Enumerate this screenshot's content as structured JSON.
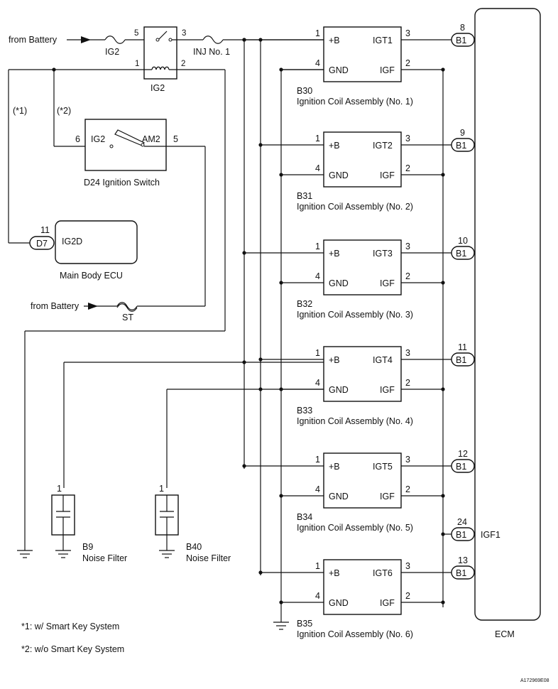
{
  "labels": {
    "from_battery_top": "from Battery",
    "from_battery_st": "from Battery",
    "fuse_ig2": "IG2",
    "fuse_inj": "INJ No. 1",
    "fuse_st": "ST",
    "relay_ig2": "IG2",
    "relay_pin5": "5",
    "relay_pin3": "3",
    "relay_pin1": "1",
    "relay_pin2": "2",
    "note_mark_1": "(*1)",
    "note_mark_2": "(*2)",
    "sw_pin6": "6",
    "sw_pin5": "5",
    "sw_ig2": "IG2",
    "sw_am2": "AM2",
    "sw_name": "D24  Ignition Switch",
    "mbecu_pin": "11",
    "mbecu_conn": "D7",
    "mbecu_ig2d": "IG2D",
    "mbecu_name": "Main Body ECU",
    "nf1_pin": "1",
    "nf1_id": "B9",
    "nf1_name": "Noise Filter",
    "nf2_pin": "1",
    "nf2_id": "B40",
    "nf2_name": "Noise Filter",
    "ecm": "ECM",
    "note1": "*1: w/ Smart Key System",
    "note2": "*2: w/o Smart Key System",
    "figure_code": "A172969E08"
  },
  "coils": [
    {
      "id": "B30",
      "name": "Ignition Coil Assembly (No. 1)",
      "plus": "+B",
      "gnd": "GND",
      "igt": "IGT1",
      "igf": "IGF",
      "p1": "1",
      "p4": "4",
      "p3": "3",
      "p2": "2",
      "ecm_pin": "8",
      "conn": "B1",
      "ecm_label": "IGT1"
    },
    {
      "id": "B31",
      "name": "Ignition Coil Assembly (No. 2)",
      "plus": "+B",
      "gnd": "GND",
      "igt": "IGT2",
      "igf": "IGF",
      "p1": "1",
      "p4": "4",
      "p3": "3",
      "p2": "2",
      "ecm_pin": "9",
      "conn": "B1",
      "ecm_label": "IGT2"
    },
    {
      "id": "B32",
      "name": "Ignition Coil Assembly (No. 3)",
      "plus": "+B",
      "gnd": "GND",
      "igt": "IGT3",
      "igf": "IGF",
      "p1": "1",
      "p4": "4",
      "p3": "3",
      "p2": "2",
      "ecm_pin": "10",
      "conn": "B1",
      "ecm_label": "IGT3"
    },
    {
      "id": "B33",
      "name": "Ignition Coil Assembly (No. 4)",
      "plus": "+B",
      "gnd": "GND",
      "igt": "IGT4",
      "igf": "IGF",
      "p1": "1",
      "p4": "4",
      "p3": "3",
      "p2": "2",
      "ecm_pin": "11",
      "conn": "B1",
      "ecm_label": "IGT4"
    },
    {
      "id": "B34",
      "name": "Ignition Coil Assembly (No. 5)",
      "plus": "+B",
      "gnd": "GND",
      "igt": "IGT5",
      "igf": "IGF",
      "p1": "1",
      "p4": "4",
      "p3": "3",
      "p2": "2",
      "ecm_pin": "12",
      "conn": "B1",
      "ecm_label": "IGT5"
    },
    {
      "id": "B35",
      "name": "Ignition Coil Assembly (No. 6)",
      "plus": "+B",
      "gnd": "GND",
      "igt": "IGT6",
      "igf": "IGF",
      "p1": "1",
      "p4": "4",
      "p3": "3",
      "p2": "2",
      "ecm_pin": "13",
      "conn": "B1",
      "ecm_label": "IGT6"
    }
  ],
  "igf_ecm": {
    "pin": "24",
    "conn": "B1",
    "label": "IGF1"
  }
}
